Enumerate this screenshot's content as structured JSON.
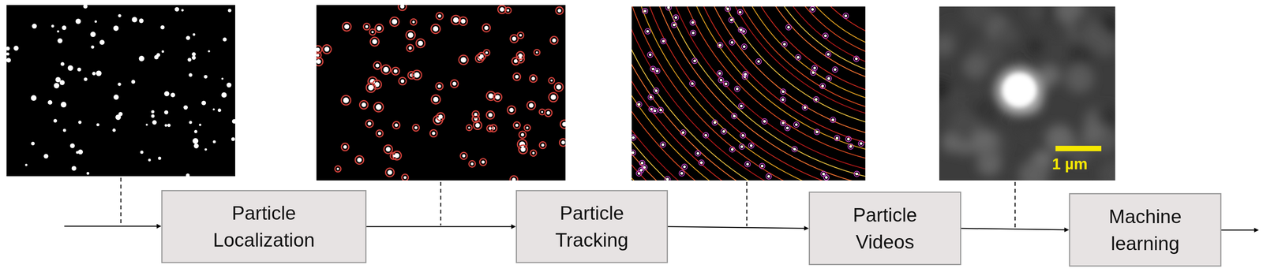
{
  "diagram": {
    "nodes": [
      {
        "text": [
          "Particle Localization"
        ]
      },
      {
        "text": [
          "Particle Tracking"
        ]
      },
      {
        "text": [
          "Particle Videos"
        ]
      },
      {
        "text": [
          "Machine learning"
        ]
      }
    ],
    "edges": [
      {
        "from": 0,
        "to": 1,
        "arrow": "to"
      },
      {
        "from": 1,
        "to": 2,
        "arrow": "to"
      },
      {
        "from": 2,
        "to": 3,
        "arrow": "to"
      }
    ],
    "labels": [
      "1 µm"
    ]
  }
}
